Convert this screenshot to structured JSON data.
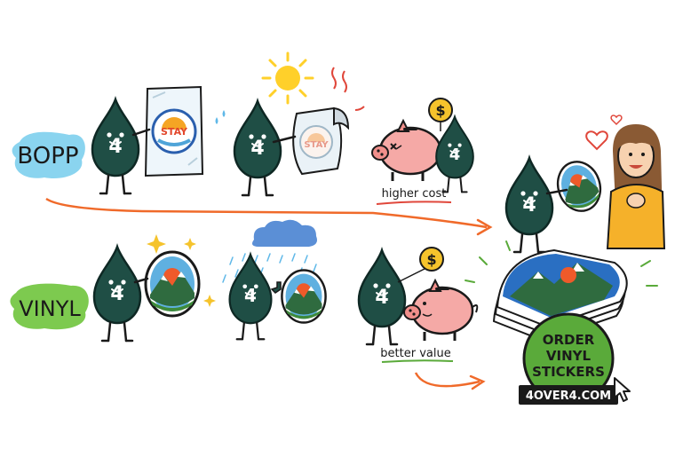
{
  "labels": {
    "bopp": "BOPP",
    "vinyl": "VINYL",
    "higher_cost": "higher cost",
    "better_value": "better value"
  },
  "mascot": {
    "digit": "4"
  },
  "stickers": {
    "stay_text": "STAY"
  },
  "money": {
    "symbol": "$"
  },
  "cta": {
    "line1": "ORDER",
    "line2": "VINYL",
    "line3": "STICKERS",
    "url": "4OVER4.COM"
  },
  "colors": {
    "mascot_green": "#1f4e45",
    "bopp_blue": "#8ad4ef",
    "vinyl_green": "#7dca4f",
    "arrow_orange": "#f06a2a",
    "cta_green": "#5aaa3a",
    "pig_pink": "#f5a9a6",
    "coin_gold": "#f5c32c",
    "sun_yellow": "#ffd02a",
    "cloud_blue": "#5b8fd6"
  },
  "icons": [
    "sun-icon",
    "rain-cloud-icon",
    "heart-icon",
    "sparkle-icon",
    "coin-icon",
    "cursor-icon",
    "piggy-bank-icon",
    "mountain-sticker-icon"
  ]
}
